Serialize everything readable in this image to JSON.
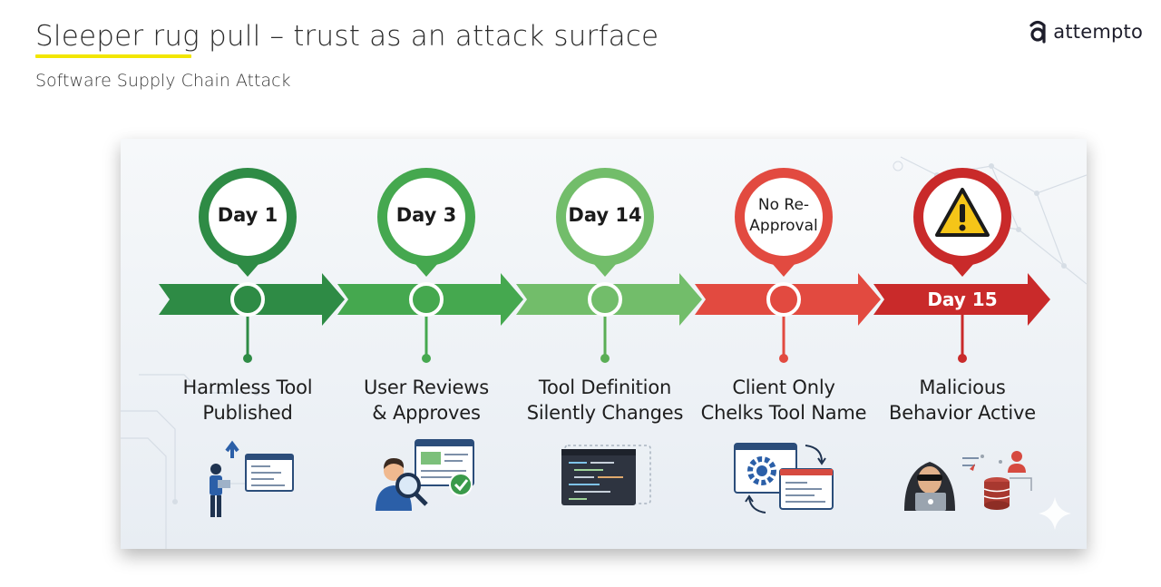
{
  "header": {
    "title": "Sleeper rug pull – trust as an attack surface",
    "subtitle": "Software Supply Chain Attack",
    "logo_text": "attempto"
  },
  "timeline": {
    "stages": [
      {
        "pin": "Day 1",
        "label_line1": "Harmless Tool",
        "label_line2": "Published",
        "color": "#2e8b45",
        "icon": "developer-upload-icon"
      },
      {
        "pin": "Day 3",
        "label_line1": "User Reviews",
        "label_line2": "& Approves",
        "color": "#45a84f",
        "icon": "user-review-icon"
      },
      {
        "pin": "Day 14",
        "label_line1": "Tool Definition",
        "label_line2": "Silently Changes",
        "color": "#72bd6a",
        "icon": "code-editor-icon"
      },
      {
        "pin_line1": "No Re-",
        "pin_line2": "Approval",
        "label_line1": "Client Only",
        "label_line2": "Chelks Tool Name",
        "color": "#e24a40",
        "icon": "settings-window-icon"
      },
      {
        "pin_icon": "warning-icon",
        "arrow_text": "Day 15",
        "label_line1": "Malicious",
        "label_line2": "Behavior Active",
        "color": "#c92a2a",
        "icon": "hacker-icon"
      }
    ]
  }
}
